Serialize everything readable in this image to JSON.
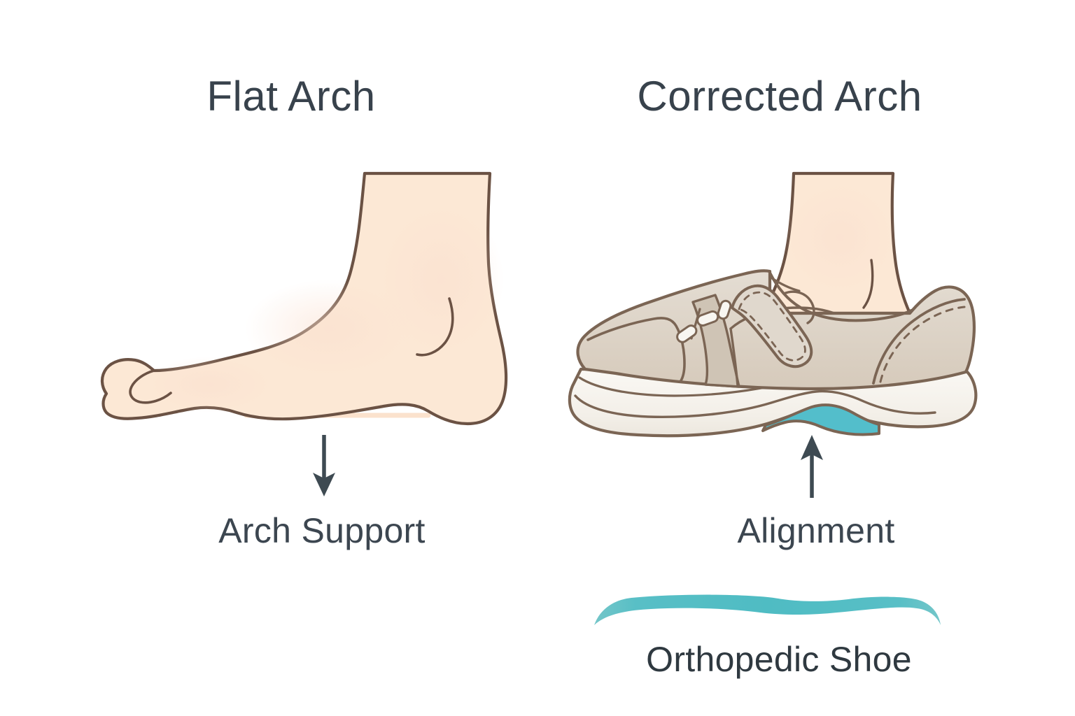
{
  "figure": {
    "type": "medical-illustration",
    "subject": "Flat arch foot compared with corrected arch in an orthopedic shoe",
    "background_color": "#ffffff"
  },
  "panels": [
    {
      "id": "flat-arch",
      "title": "Flat Arch",
      "callout": {
        "label": "Arch Support",
        "arrow_direction": "down"
      }
    },
    {
      "id": "corrected-arch",
      "title": "Corrected Arch",
      "callout": {
        "label": "Alignment",
        "arrow_direction": "up"
      },
      "brace": {
        "label": "Orthopedic Shoe",
        "color": "#5cc0c6"
      }
    }
  ],
  "colors": {
    "skin_fill": "#fce8d5",
    "skin_outline": "#6b5244",
    "ground_line": "#fbe2cd",
    "shoe_upper": "#ddd4c8",
    "shoe_upper_light": "#e6ded3",
    "shoe_panel_dark": "#cfc4b5",
    "shoe_outline": "#7b6554",
    "sole_white": "#f6f3ed",
    "sole_shadow": "#ebe6dd",
    "lace_white": "#f8f6f1",
    "orthotic_teal": "#53becb",
    "brace_teal": "#5cc0c6",
    "text_dark": "#38424c",
    "arrow_dark": "#3e4a52"
  },
  "icons": {
    "down_arrow": "arrow-down-icon",
    "up_arrow": "arrow-up-icon",
    "brace": "brace-bracket-icon"
  }
}
